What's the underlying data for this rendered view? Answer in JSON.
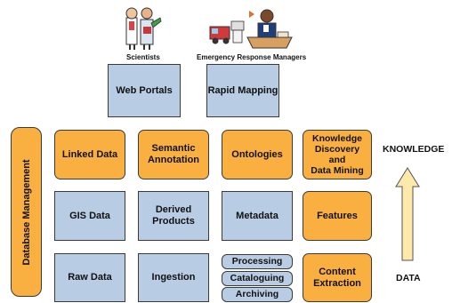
{
  "users": {
    "scientists": "Scientists",
    "managers": "Emergency Response Managers"
  },
  "layers": {
    "database_management": "Database Management",
    "web_portals": "Web Portals",
    "rapid_mapping": "Rapid Mapping",
    "linked_data": "Linked Data",
    "semantic_annotation": "Semantic\nAnnotation",
    "ontologies": "Ontologies",
    "knowledge_discovery": "Knowledge\nDiscovery\nand\nData Mining",
    "gis_data": "GIS Data",
    "derived_products": "Derived\nProducts",
    "metadata": "Metadata",
    "features": "Features",
    "raw_data": "Raw Data",
    "ingestion": "Ingestion",
    "processing": "Processing",
    "cataloguing": "Cataloguing",
    "archiving": "Archiving",
    "content_extraction": "Content\nExtraction"
  },
  "axis": {
    "top": "KNOWLEDGE",
    "bottom": "DATA"
  },
  "colors": {
    "blue_box": "#b8cce4",
    "orange_box": "#f9b040",
    "arrow_fill": "#fde9a9"
  },
  "icons": {
    "scientists": "scientists-clipart-icon",
    "managers": "emergency-managers-clipart-icon"
  }
}
